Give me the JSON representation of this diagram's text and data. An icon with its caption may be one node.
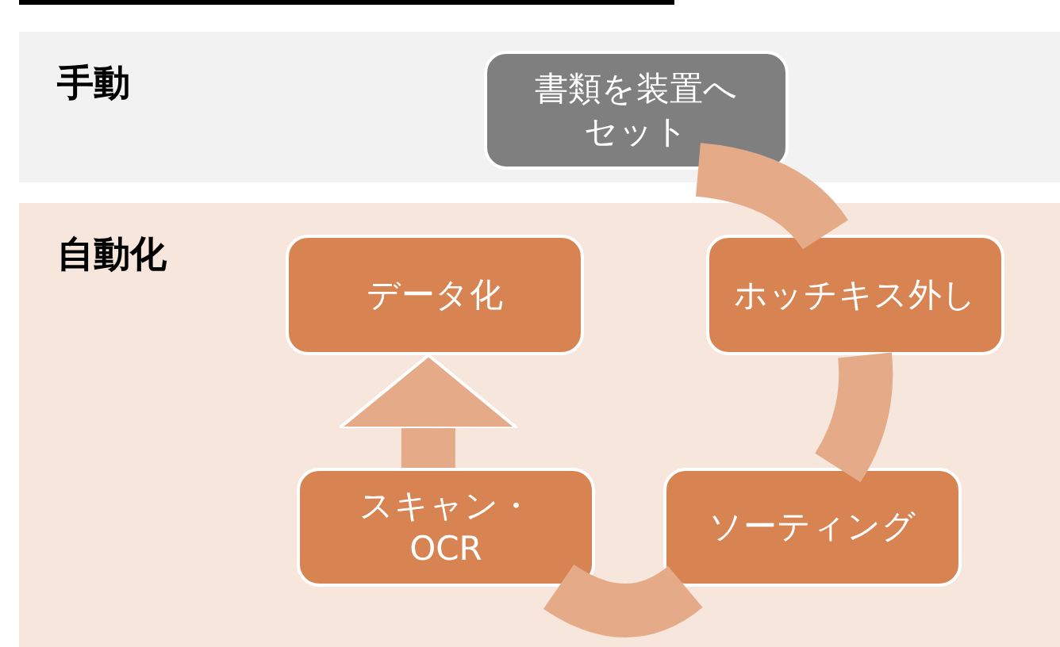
{
  "diagram": {
    "nodes": [
      {
        "text": [
          "手動"
        ]
      },
      {
        "text": [
          "自動化"
        ]
      },
      {
        "text": [
          "書類を装置へセット"
        ],
        "in": 0
      },
      {
        "text": [
          "ホッチキス外し"
        ],
        "in": 1
      },
      {
        "text": [
          "ソーティング"
        ],
        "in": 1
      },
      {
        "text": [
          "スキャン・OCR"
        ],
        "in": 1
      },
      {
        "text": [
          "データ化"
        ],
        "in": 1
      }
    ],
    "edges": [
      {
        "from": 2,
        "to": 3,
        "arrow": "none"
      },
      {
        "from": 3,
        "to": 4,
        "arrow": "none"
      },
      {
        "from": 4,
        "to": 5,
        "arrow": "none"
      },
      {
        "from": 5,
        "to": 6,
        "arrow": "to"
      }
    ]
  }
}
